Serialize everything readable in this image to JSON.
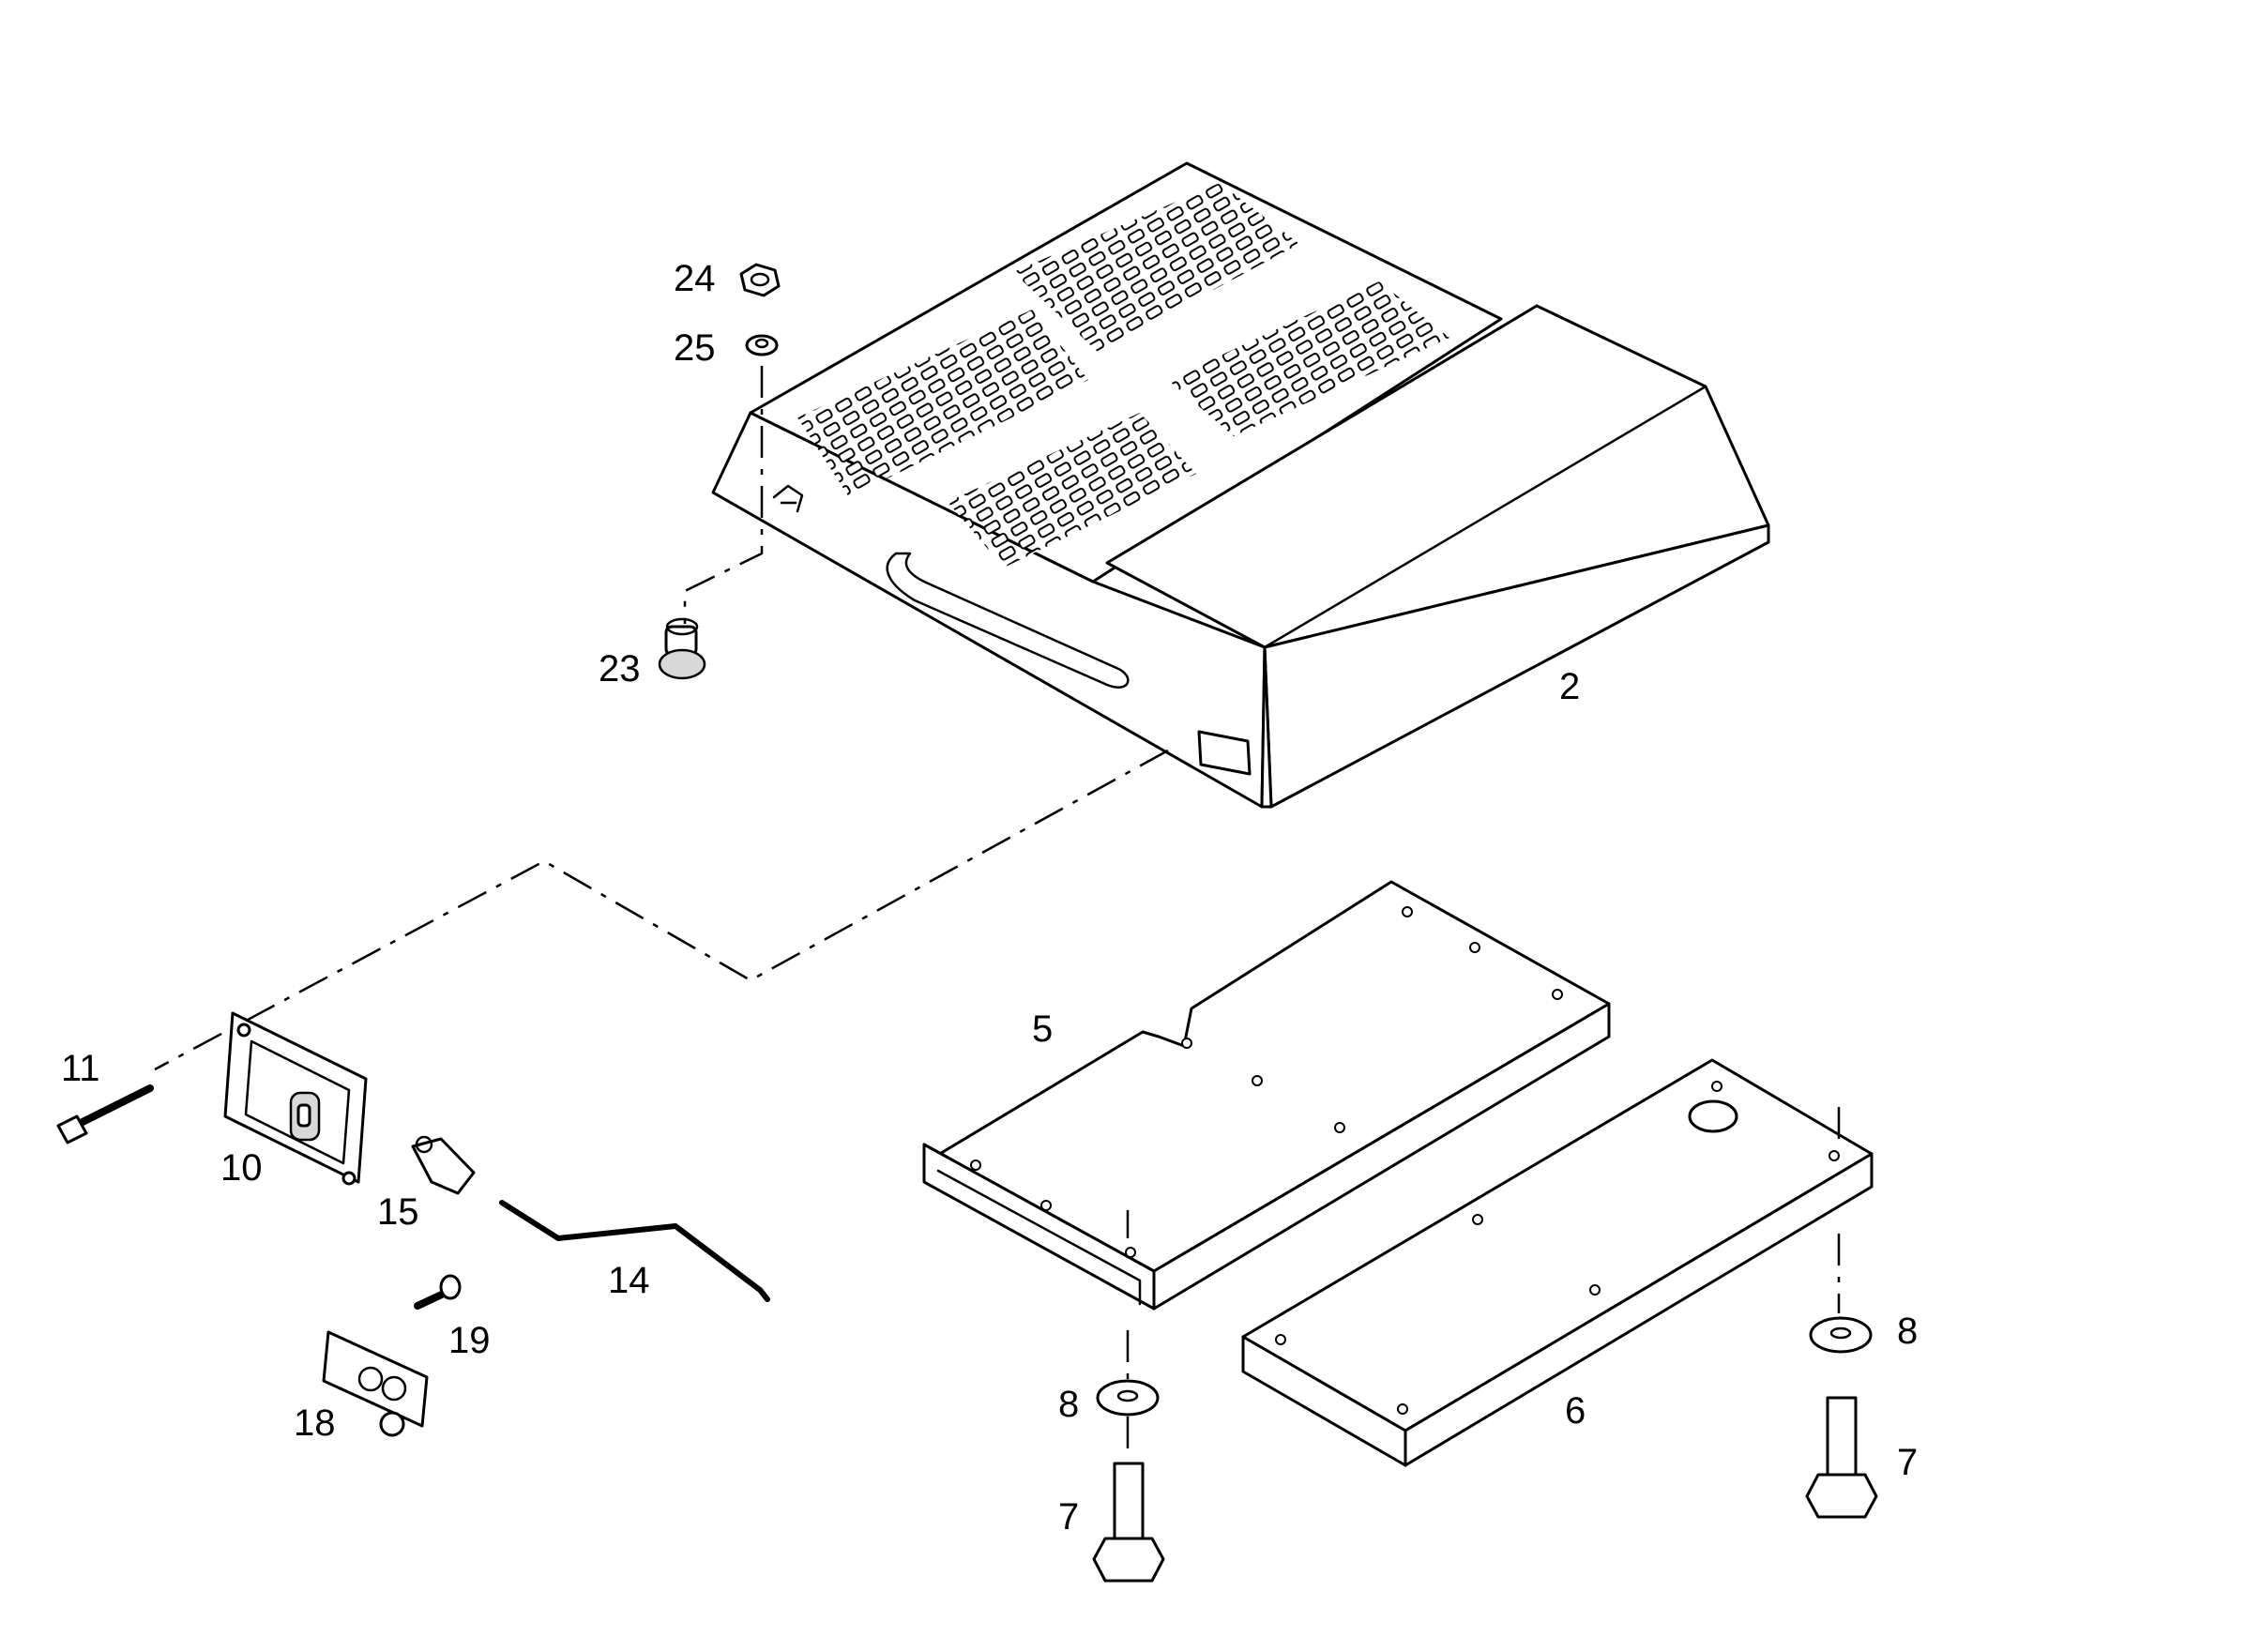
{
  "diagram": {
    "callouts": [
      {
        "id": "label-2",
        "text": "2"
      },
      {
        "id": "label-5",
        "text": "5"
      },
      {
        "id": "label-6",
        "text": "6"
      },
      {
        "id": "label-7a",
        "text": "7"
      },
      {
        "id": "label-7b",
        "text": "7"
      },
      {
        "id": "label-8a",
        "text": "8"
      },
      {
        "id": "label-8b",
        "text": "8"
      },
      {
        "id": "label-10",
        "text": "10"
      },
      {
        "id": "label-11",
        "text": "11"
      },
      {
        "id": "label-14",
        "text": "14"
      },
      {
        "id": "label-15",
        "text": "15"
      },
      {
        "id": "label-18",
        "text": "18"
      },
      {
        "id": "label-19",
        "text": "19"
      },
      {
        "id": "label-23",
        "text": "23"
      },
      {
        "id": "label-24",
        "text": "24"
      },
      {
        "id": "label-25",
        "text": "25"
      }
    ]
  }
}
